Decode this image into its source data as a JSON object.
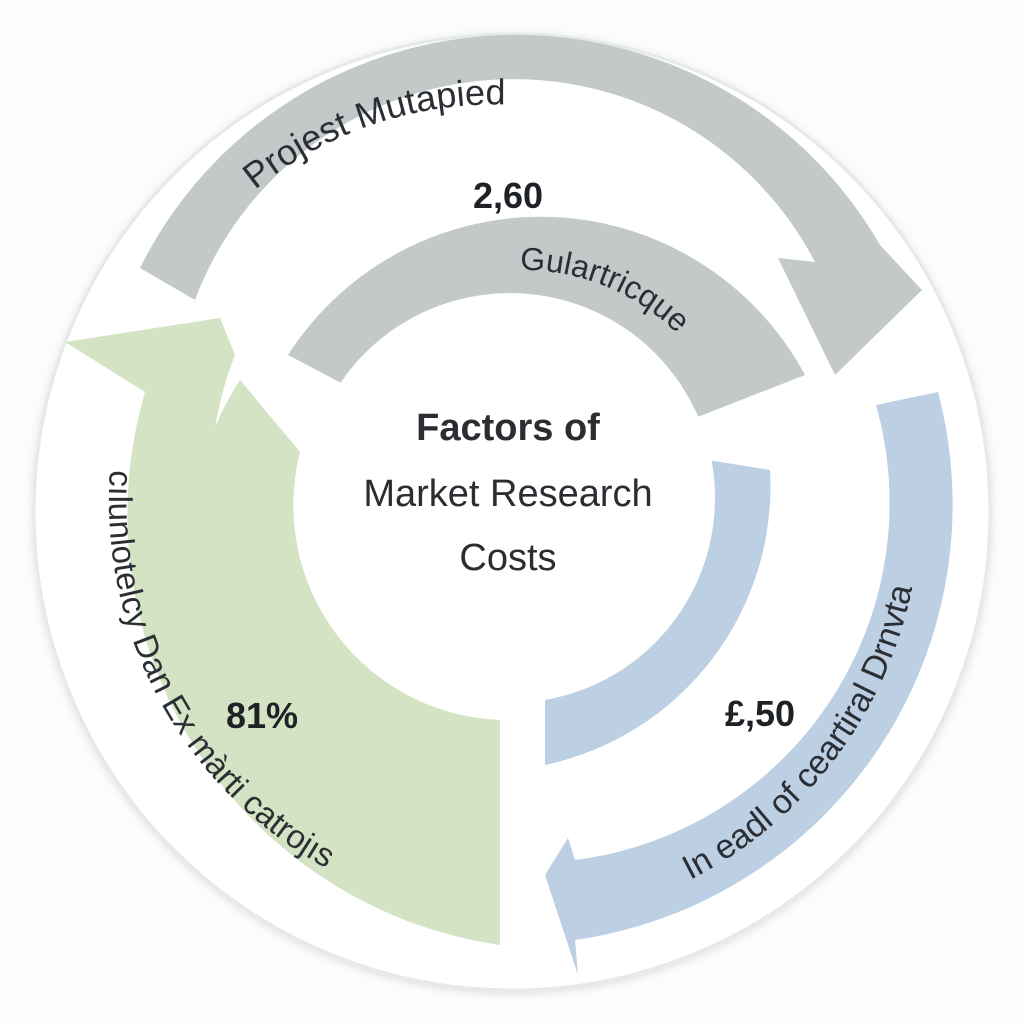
{
  "center": {
    "title": "Factors of",
    "line2": "Market Research",
    "line3": "Costs"
  },
  "segments": [
    {
      "id": "top",
      "outer_label": "Projest Mutapied",
      "inner_label": "Gulartricque",
      "value": "2,60",
      "color": "#c3c9c9"
    },
    {
      "id": "left",
      "outer_label": "cılunlotelcy Dan Ex màrti catrojıs",
      "value": "81%",
      "color": "#d3e3c4"
    },
    {
      "id": "right",
      "outer_label": "In eadl of ceartiral Drnvta",
      "value": "£,50",
      "color": "#bccfe3"
    }
  ],
  "colors": {
    "background": "#fbfcfc",
    "circle_border": "#e6e9ea",
    "text": "#2b2e33"
  }
}
